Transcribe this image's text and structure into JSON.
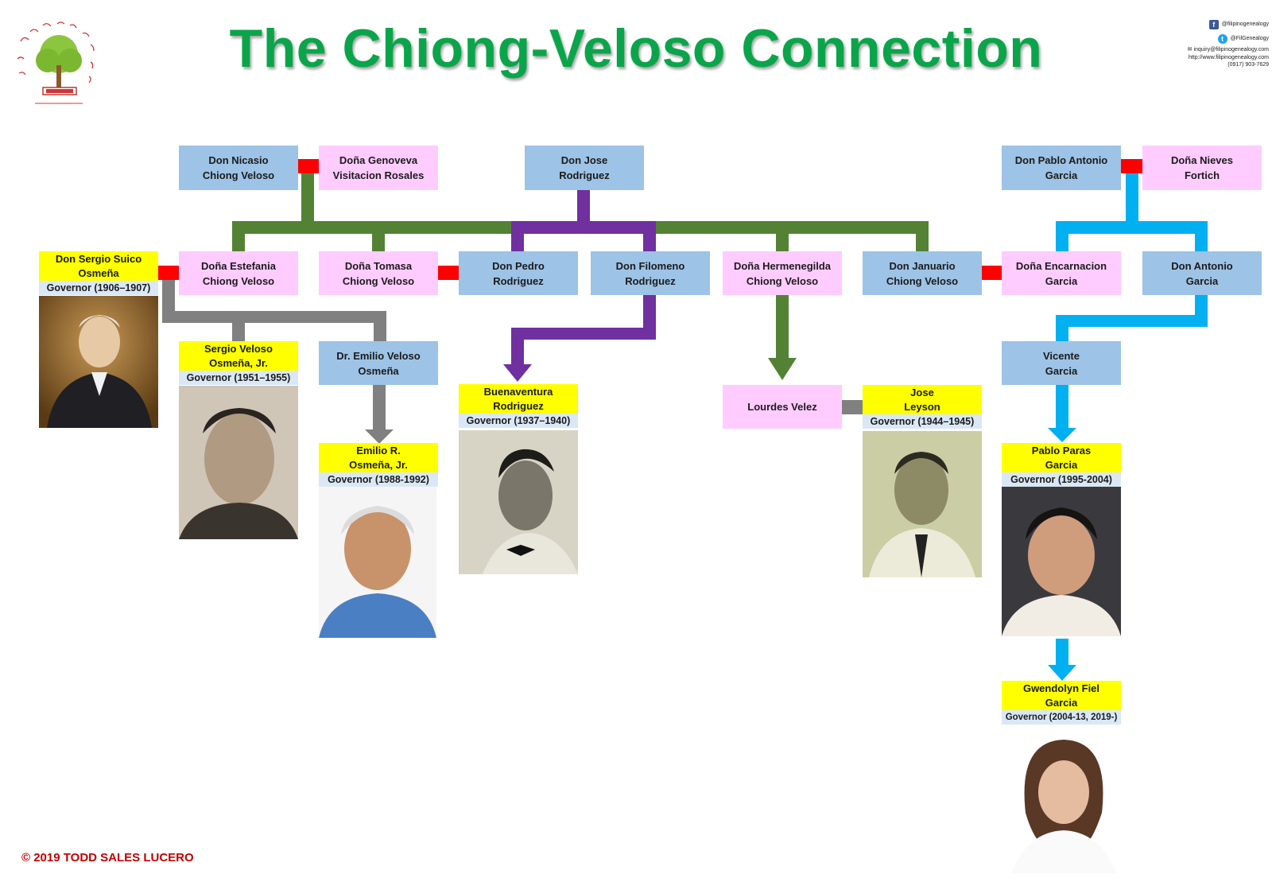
{
  "title": "The Chiong-Veloso Connection",
  "copyright": "© 2019 TODD SALES LUCERO",
  "social": {
    "facebook": "@filipinogenealogy",
    "twitter": "@FilGenealogy",
    "email": "inquiry@filipinogenealogy.com",
    "web": "http://www.filipinogenealogy.com",
    "phone": "(0917) 903-7629",
    "facebook_icon": "facebook-icon",
    "twitter_icon": "twitter-icon",
    "mail_icon": "mail-icon"
  },
  "colors": {
    "male": "#9dc3e6",
    "female": "#ffccff",
    "governor": "#ffff00",
    "marriage": "#ff0000",
    "chiong_line": "#548235",
    "rodriguez_line": "#7030a0",
    "osmena_line": "#808080",
    "garcia_line": "#00b0f0"
  },
  "people": {
    "nicasio": "Don Nicasio\nChiong Veloso",
    "genoveva": "Doña Genoveva\nVisitacion Rosales",
    "jose_rodriguez": "Don Jose\nRodriguez",
    "pablo_antonio": "Don Pablo Antonio\nGarcia",
    "nieves": "Doña Nieves\nFortich",
    "sergio_sr": "Don Sergio Suico\nOsmeña",
    "sergio_sr_gov": "Governor (1906–1907)",
    "estefania": "Doña Estefania\nChiong Veloso",
    "tomasa": "Doña Tomasa\nChiong Veloso",
    "pedro": "Don Pedro\nRodriguez",
    "filomeno": "Don Filomeno\nRodriguez",
    "hermenegilda": "Doña Hermenegilda\nChiong Veloso",
    "januario": "Don Januario\nChiong Veloso",
    "encarnacion": "Doña Encarnacion\nGarcia",
    "antonio": "Don Antonio\nGarcia",
    "sergio_jr": "Sergio Veloso\nOsmeña, Jr.",
    "sergio_jr_gov": "Governor (1951–1955)",
    "emilio_sr": "Dr. Emilio Veloso\nOsmeña",
    "emilio_jr": "Emilio R.\nOsmeña, Jr.",
    "emilio_jr_gov": "Governor (1988-1992)",
    "buenaventura": "Buenaventura\nRodriguez",
    "buenaventura_gov": "Governor (1937–1940)",
    "lourdes": "Lourdes Velez",
    "leyson": "Jose\nLeyson",
    "leyson_gov": "Governor (1944–1945)",
    "vicente": "Vicente\nGarcia",
    "pablo_paras": "Pablo Paras\nGarcia",
    "pablo_paras_gov": "Governor (1995-2004)",
    "gwendolyn": "Gwendolyn Fiel\nGarcia",
    "gwendolyn_gov": "Governor (2004-13, 2019-)"
  }
}
